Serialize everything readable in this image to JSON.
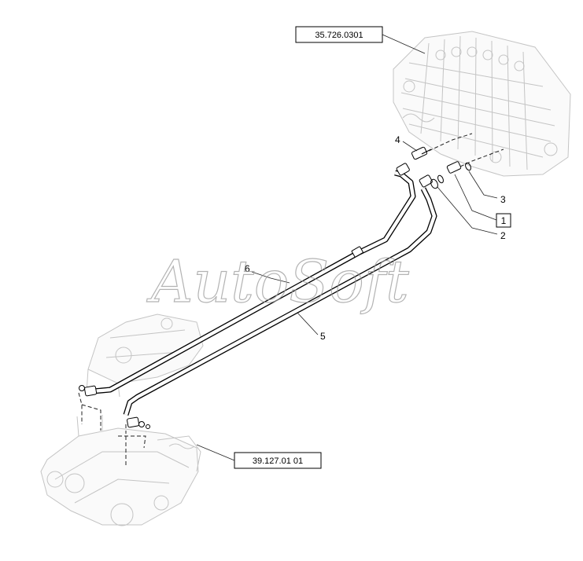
{
  "diagram": {
    "references": {
      "valve_block": "35.726.0301",
      "bracket": "39.127.01 01"
    },
    "callouts": {
      "c1": "1",
      "c2": "2",
      "c3": "3",
      "c4": "4",
      "c5": "5",
      "c6": "6"
    },
    "watermark": "AutoSoft"
  }
}
